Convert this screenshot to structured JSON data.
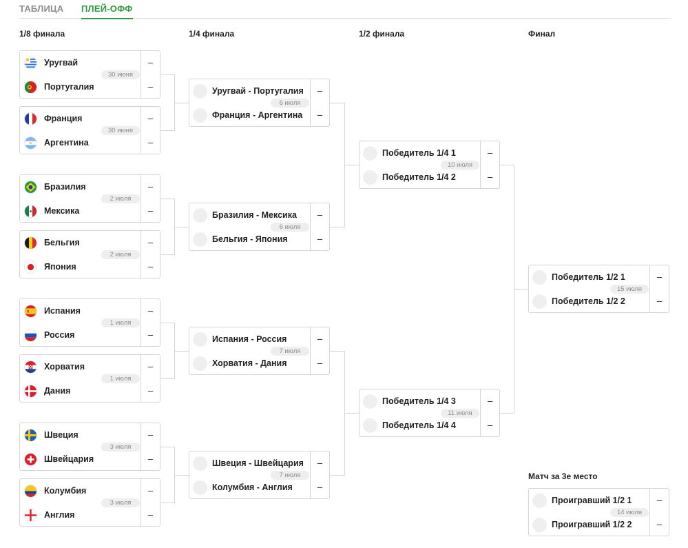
{
  "tabs": {
    "table": "ТАБЛИЦА",
    "playoff": "ПЛЕЙ-ОФФ"
  },
  "columns": {
    "r16": "1/8 финала",
    "qf": "1/4 финала",
    "sf": "1/2 финала",
    "final": "Финал",
    "third_place": "Матч за 3е место"
  },
  "r16": [
    {
      "date": "30 июня",
      "team1": {
        "name": "Уругвай",
        "flag": "uruguay-flag",
        "score": "–"
      },
      "team2": {
        "name": "Португалия",
        "flag": "portugal-flag",
        "score": "–"
      }
    },
    {
      "date": "30 июня",
      "team1": {
        "name": "Франция",
        "flag": "france-flag",
        "score": "–"
      },
      "team2": {
        "name": "Аргентина",
        "flag": "argentina-flag",
        "score": "–"
      }
    },
    {
      "date": "2 июля",
      "team1": {
        "name": "Бразилия",
        "flag": "brazil-flag",
        "score": "–"
      },
      "team2": {
        "name": "Мексика",
        "flag": "mexico-flag",
        "score": "–"
      }
    },
    {
      "date": "2 июля",
      "team1": {
        "name": "Бельгия",
        "flag": "belgium-flag",
        "score": "–"
      },
      "team2": {
        "name": "Япония",
        "flag": "japan-flag",
        "score": "–"
      }
    },
    {
      "date": "1 июля",
      "team1": {
        "name": "Испания",
        "flag": "spain-flag",
        "score": "–"
      },
      "team2": {
        "name": "Россия",
        "flag": "russia-flag",
        "score": "–"
      }
    },
    {
      "date": "1 июля",
      "team1": {
        "name": "Хорватия",
        "flag": "croatia-flag",
        "score": "–"
      },
      "team2": {
        "name": "Дания",
        "flag": "denmark-flag",
        "score": "–"
      }
    },
    {
      "date": "3 июля",
      "team1": {
        "name": "Швеция",
        "flag": "sweden-flag",
        "score": "–"
      },
      "team2": {
        "name": "Швейцария",
        "flag": "switzerland-flag",
        "score": "–"
      }
    },
    {
      "date": "3 июля",
      "team1": {
        "name": "Колумбия",
        "flag": "colombia-flag",
        "score": "–"
      },
      "team2": {
        "name": "Англия",
        "flag": "england-flag",
        "score": "–"
      }
    }
  ],
  "qf": [
    {
      "date": "6 июля",
      "team1": {
        "name": "Уругвай - Португалия",
        "score": "–"
      },
      "team2": {
        "name": "Франция - Аргентина",
        "score": "–"
      }
    },
    {
      "date": "6 июля",
      "team1": {
        "name": "Бразилия - Мексика",
        "score": "–"
      },
      "team2": {
        "name": "Бельгия - Япония",
        "score": "–"
      }
    },
    {
      "date": "7 июля",
      "team1": {
        "name": "Испания - Россия",
        "score": "–"
      },
      "team2": {
        "name": "Хорватия - Дания",
        "score": "–"
      }
    },
    {
      "date": "7 июля",
      "team1": {
        "name": "Швеция - Швейцария",
        "score": "–"
      },
      "team2": {
        "name": "Колумбия - Англия",
        "score": "–"
      }
    }
  ],
  "sf": [
    {
      "date": "10 июля",
      "team1": {
        "name": "Победитель 1/4 1",
        "score": "–"
      },
      "team2": {
        "name": "Победитель 1/4 2",
        "score": "–"
      }
    },
    {
      "date": "11 июля",
      "team1": {
        "name": "Победитель 1/4 3",
        "score": "–"
      },
      "team2": {
        "name": "Победитель 1/4 4",
        "score": "–"
      }
    }
  ],
  "final": {
    "date": "15 июля",
    "team1": {
      "name": "Победитель 1/2 1",
      "score": "–"
    },
    "team2": {
      "name": "Победитель 1/2 2",
      "score": "–"
    }
  },
  "third_place": {
    "date": "14 июля",
    "team1": {
      "name": "Проигравший 1/2 1",
      "score": "–"
    },
    "team2": {
      "name": "Проигравший 1/2 2",
      "score": "–"
    }
  },
  "colors": {
    "accent": "#2e9a3d",
    "border": "#d4d4d4",
    "muted": "#8c8c8c"
  }
}
